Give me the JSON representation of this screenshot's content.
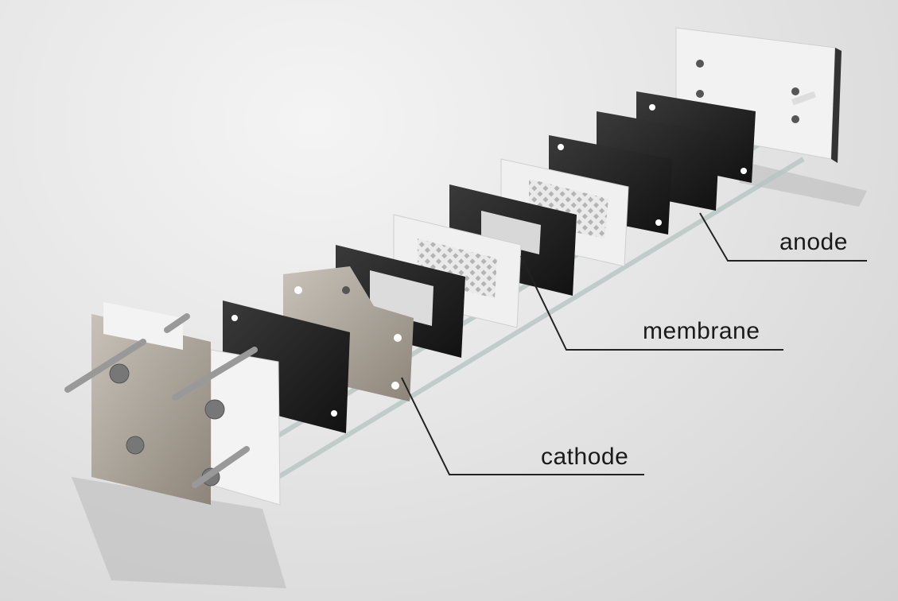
{
  "labels": {
    "anode": "anode",
    "membrane": "membrane",
    "cathode": "cathode"
  },
  "colors": {
    "background": "#e4e4e4",
    "black_plate": "#1e1e1e",
    "white_plate": "#efefef",
    "steel_plate": "#a39a8e",
    "leader_line": "#222222"
  }
}
